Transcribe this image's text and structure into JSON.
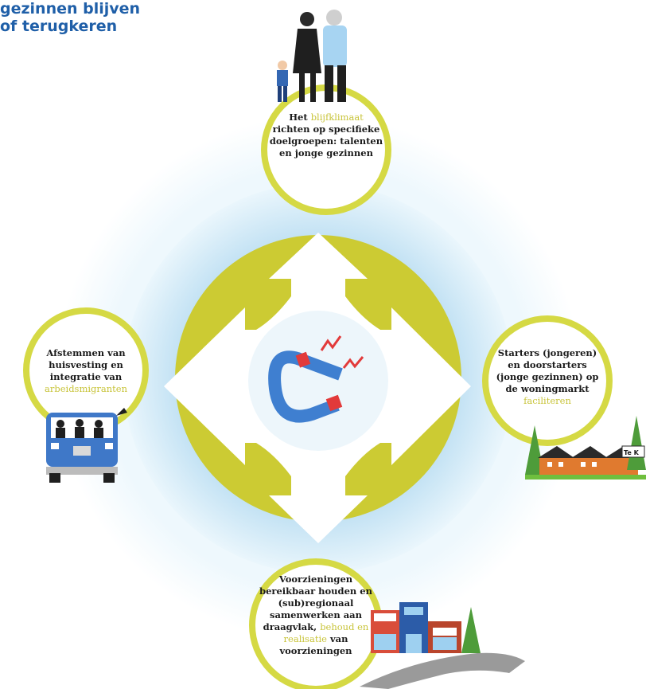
{
  "title": {
    "line1": "gezinnen blijven",
    "line2": "of terugkeren"
  },
  "colors": {
    "accent": "#c8c43a",
    "title": "#1f5fa8",
    "ring": "#d9ec6b",
    "halo": "#cde8f6"
  },
  "nodes": {
    "top": {
      "pre": "Het ",
      "hl": "blijfklimaat",
      "post": " richten op specifieke doelgroepen: talenten en jonge gezinnen"
    },
    "left": {
      "pre": "Afstemmen van huisvesting en integratie van ",
      "hl": "arbeidsmigranten",
      "post": ""
    },
    "right": {
      "pre": "Starters (jongeren) en doorstarters (jonge gezinnen) op de woningmarkt ",
      "hl": "faciliteren",
      "post": ""
    },
    "bottom": {
      "pre": "Voorzieningen bereikbaar houden en (sub)regionaal samenwerken aan draagvlak, ",
      "hl": "behoud en realisatie",
      "post": " van voorzieningen"
    }
  },
  "icons": {
    "center": "magnet-icon",
    "top": "family-icon",
    "left": "van-with-passengers-icon",
    "right": "houses-with-trees-icon",
    "bottom": "shops-with-road-icon"
  },
  "sign_text": "Te K"
}
